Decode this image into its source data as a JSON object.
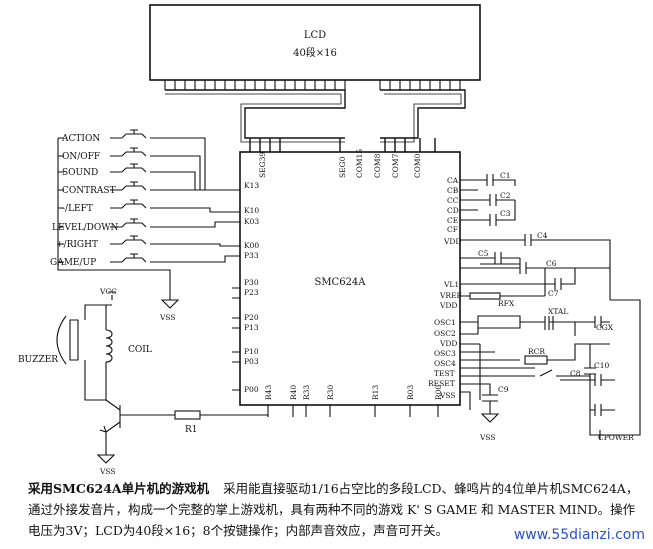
{
  "lcd": {
    "label": "LCD",
    "spec": "40段×16"
  },
  "chip": {
    "name": "SMC624A"
  },
  "top_pins": [
    "SEG39",
    "SEG0",
    "COM15",
    "COM8",
    "COM7",
    "COM0"
  ],
  "left_pins": [
    "K13",
    "K10",
    "K03",
    "K00",
    "P33",
    "P30",
    "P23",
    "P20",
    "P13",
    "P10",
    "P03",
    "P00"
  ],
  "bottom_pins": [
    "R43",
    "R40",
    "R33",
    "R30",
    "R13",
    "R03",
    "R00"
  ],
  "right_pins": [
    "CA",
    "CB",
    "CC",
    "CD",
    "CE",
    "CF",
    "VDD",
    "VL1",
    "VREF",
    "VDD",
    "OSC1",
    "OSC2",
    "VDD",
    "OSC3",
    "OSC4",
    "TEST",
    "RESET",
    "VSS"
  ],
  "buttons": [
    "ACTION",
    "ON/OFF",
    "SOUND",
    "CONTRAST",
    "-/LEFT",
    "LEVEL/DOWN",
    "+/RIGHT",
    "GAME/UP"
  ],
  "components": {
    "caps": [
      "C1",
      "C2",
      "C3",
      "C4",
      "C5",
      "C6",
      "C7",
      "C8",
      "C9",
      "C10",
      "CGX",
      "CPOWER"
    ],
    "resistors": [
      "R1",
      "RFX",
      "RCR"
    ],
    "crystal": "XTAL",
    "buzzer": "BUZZER",
    "coil": "COIL",
    "vcc": "VCC",
    "vss": "VSS"
  },
  "caption": {
    "title": "采用SMC624A单片机的游戏机",
    "body": "采用能直接驱动1/16占空比的多段LCD、蜂鸣片的4位单片机SMC624A，通过外接发音片，构成一个完整的掌上游戏机，具有两种不同的游戏 K' S GAME 和 MASTER MIND。操作电压为3V；LCD为40段×16；8个按键操作；内部声音效应，声音可开关。"
  },
  "watermark": "www.55dianzi.com",
  "colors": {
    "ink": "#111111",
    "watermark": "#2a4fd0"
  }
}
